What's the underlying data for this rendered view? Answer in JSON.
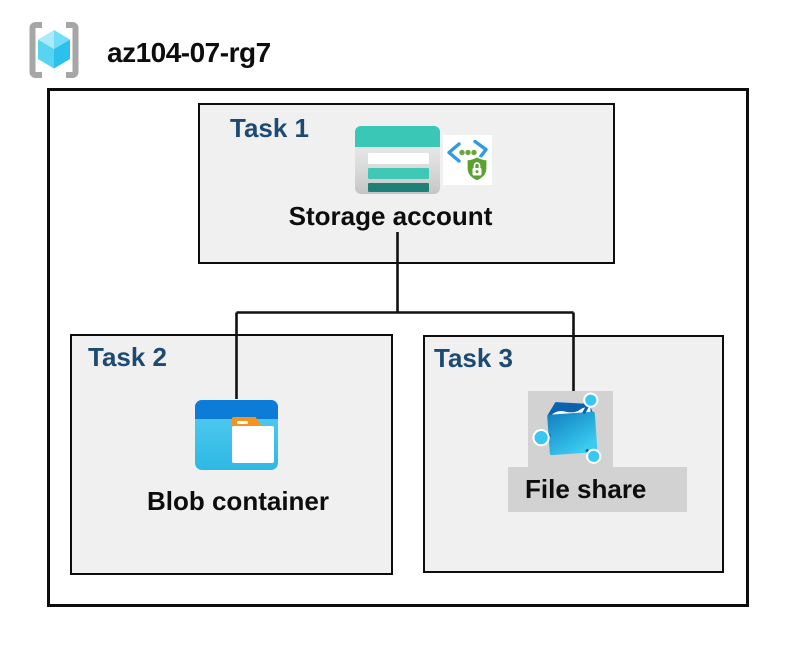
{
  "header": {
    "title": "az104-07-rg7",
    "icon": "resource-group-icon"
  },
  "tasks": [
    {
      "label": "Task 1",
      "item": "Storage account",
      "icons": [
        "storage-account-icon",
        "shared-access-signature-icon"
      ]
    },
    {
      "label": "Task 2",
      "item": "Blob container",
      "icons": [
        "blob-container-icon"
      ]
    },
    {
      "label": "Task 3",
      "item": "File share",
      "icons": [
        "file-share-icon"
      ]
    }
  ],
  "colors": {
    "task_label_blue": "#1c4a73",
    "box_fill_gray": "#f0f0f0",
    "border_black": "#0d0d0d",
    "selection_gray": "#d2d2d2",
    "storage_teal": "#3bc7b5",
    "storage_teal_dark": "#1f8077",
    "blob_header_blue": "#0c7cd8",
    "blob_body_cyan": "#3ec5ec",
    "folder_tab_orange": "#f6921e",
    "fileshare_dark_blue": "#0b63ae",
    "share_node_cyan": "#38c6f2",
    "sas_bracket_blue": "#2e9be2",
    "sas_shield_green": "#5ba032",
    "rg_bracket_gray": "#a6a6a6",
    "cube_cyan_light": "#a9ebfa",
    "cube_cyan_dark": "#2cc1ed"
  }
}
